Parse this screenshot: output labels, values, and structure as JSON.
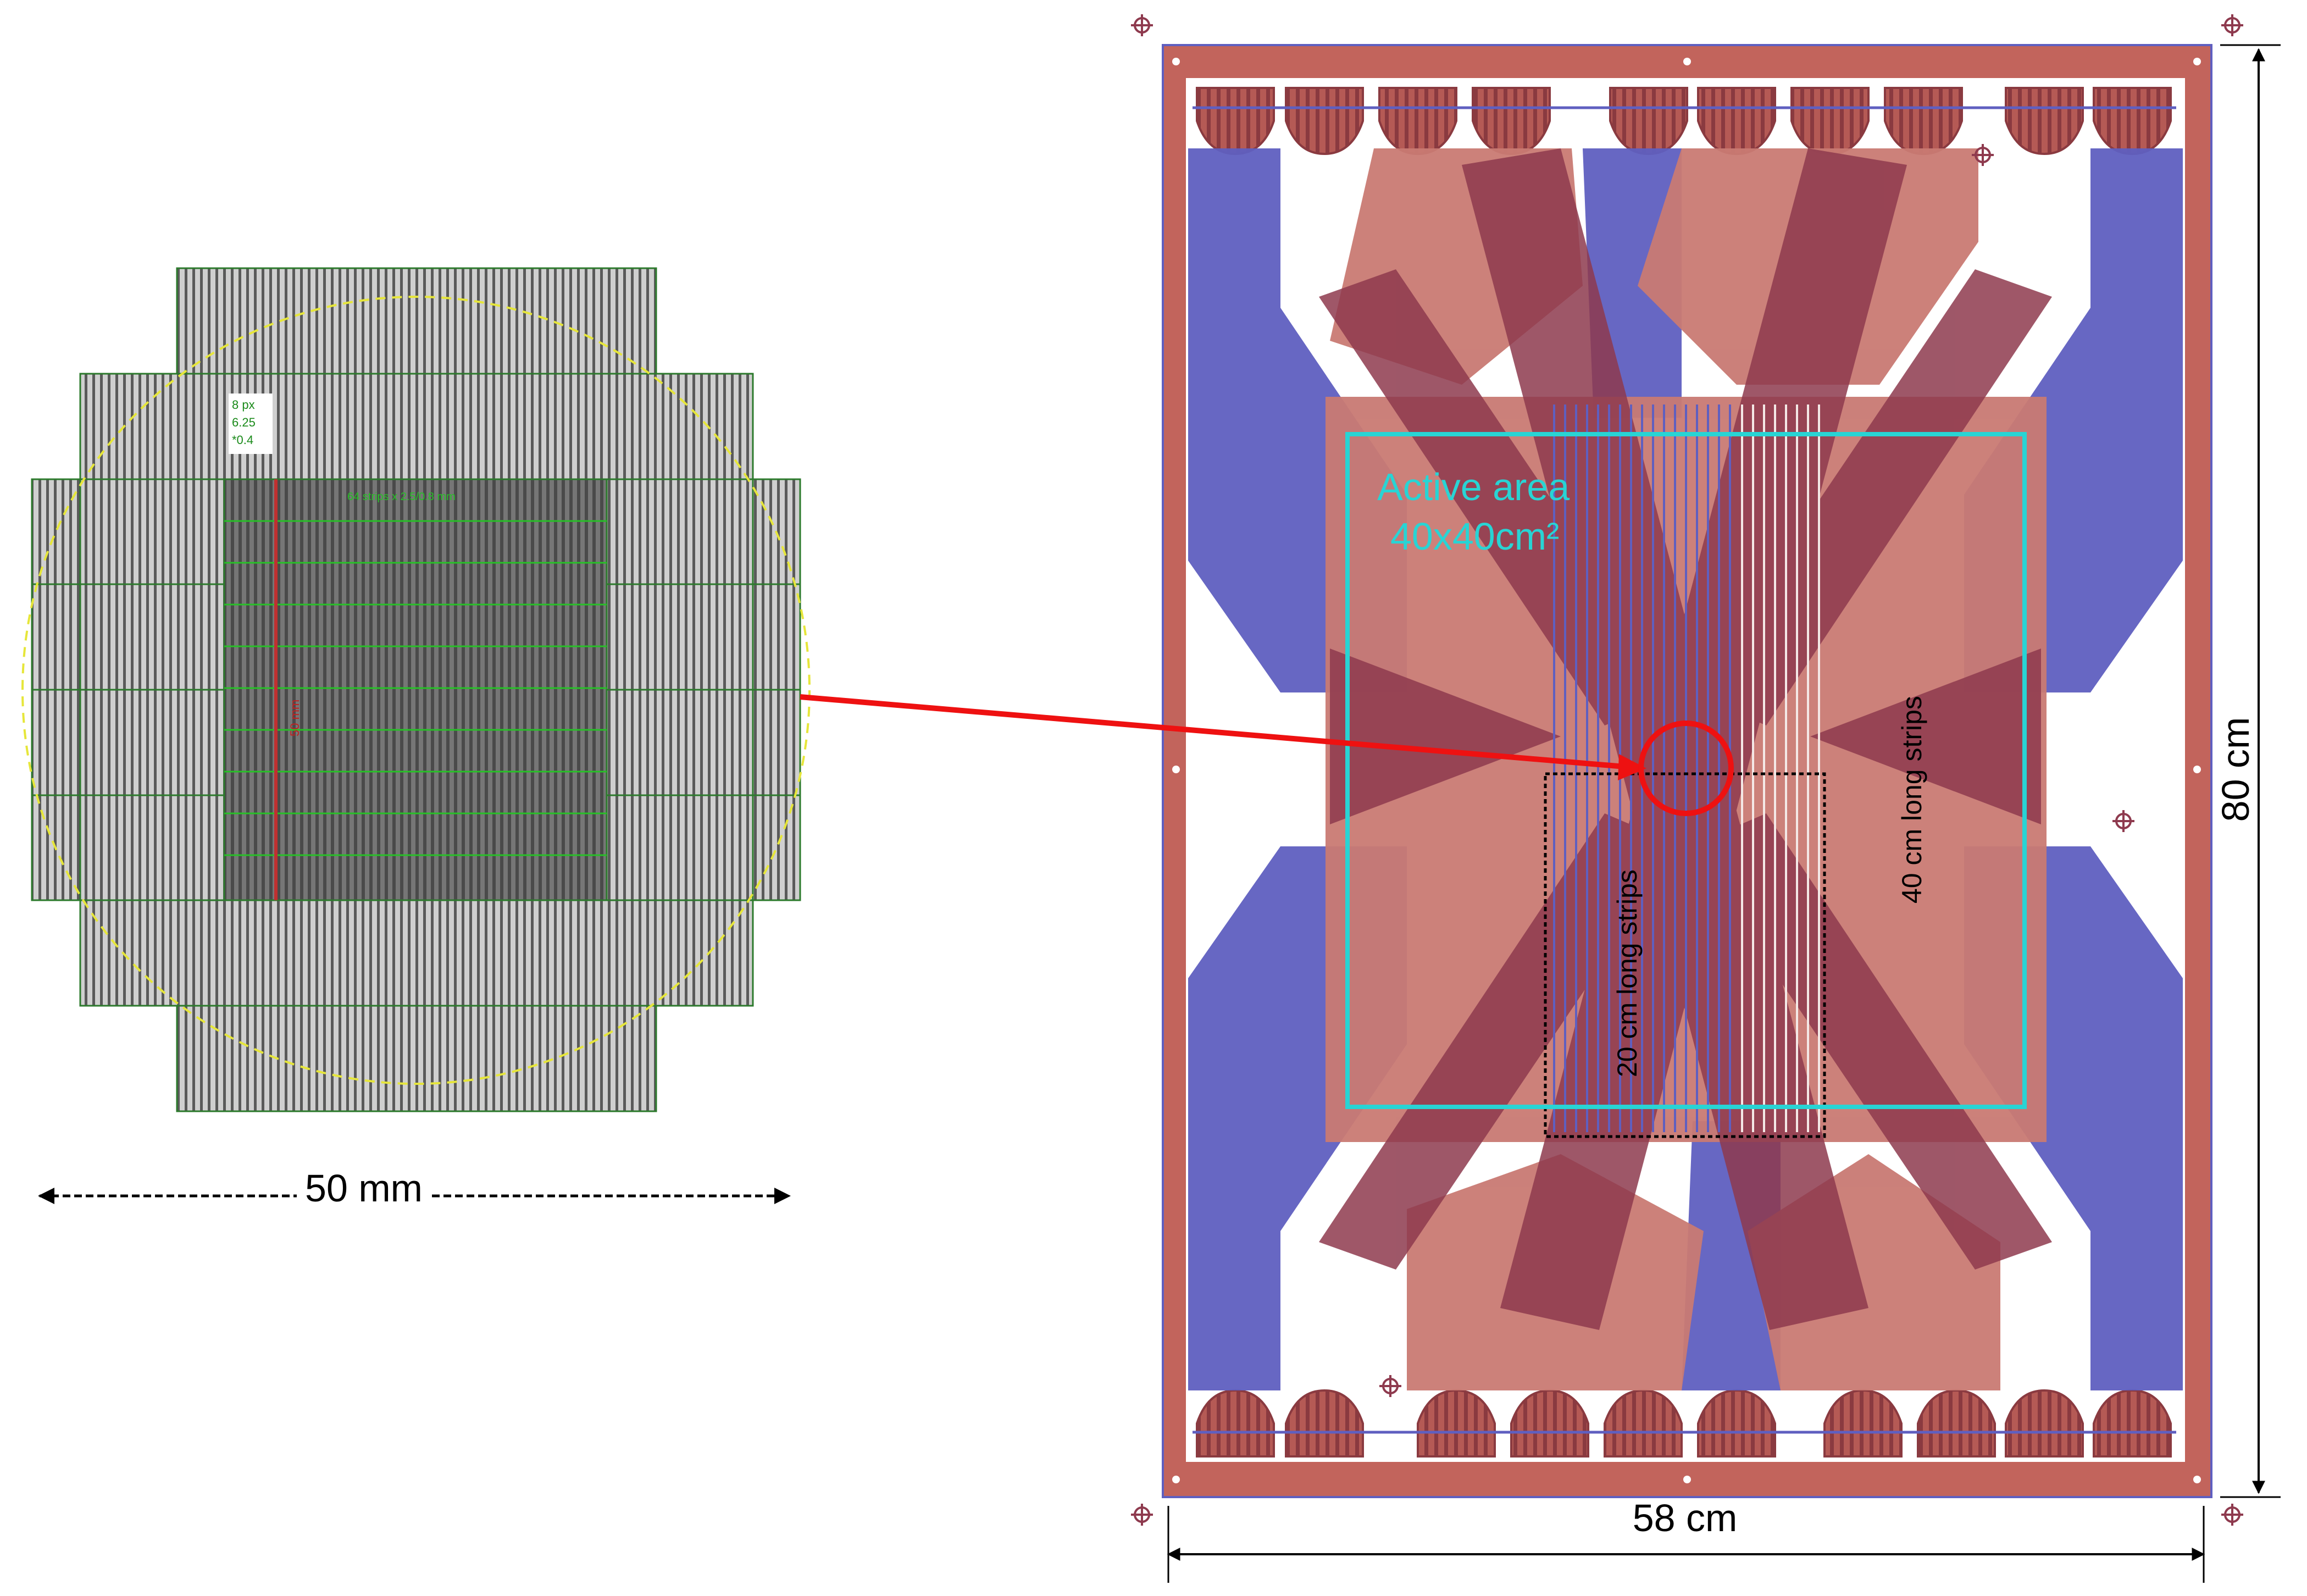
{
  "left_view": {
    "dimension_label": "50 mm",
    "inset_label_lines": [
      "8 px",
      "6.25",
      "*0.4"
    ],
    "inner_header_label": "64 strips x 2.5/0.8 mm",
    "vertical_label": "50 mm"
  },
  "right_view": {
    "active_area_label": "Active area",
    "active_area_size": "40x40cm²",
    "width_label": "58 cm",
    "height_label": "80 cm",
    "short_strips_label": "20 cm long strips",
    "long_strips_label": "40 cm long strips"
  },
  "colors": {
    "board": "#c2645c",
    "board_light": "#c97a73",
    "blue_traces": "#5f5fc0",
    "dark_overlay": "#8e3a4e",
    "active_area": "#28d4d4",
    "pointer": "#ee1111",
    "chip_grey": "#b8b8b8",
    "chip_dark": "#6a6a6a",
    "grid_green": "#2c7a2c",
    "ring_yellow": "#e6e63a"
  }
}
